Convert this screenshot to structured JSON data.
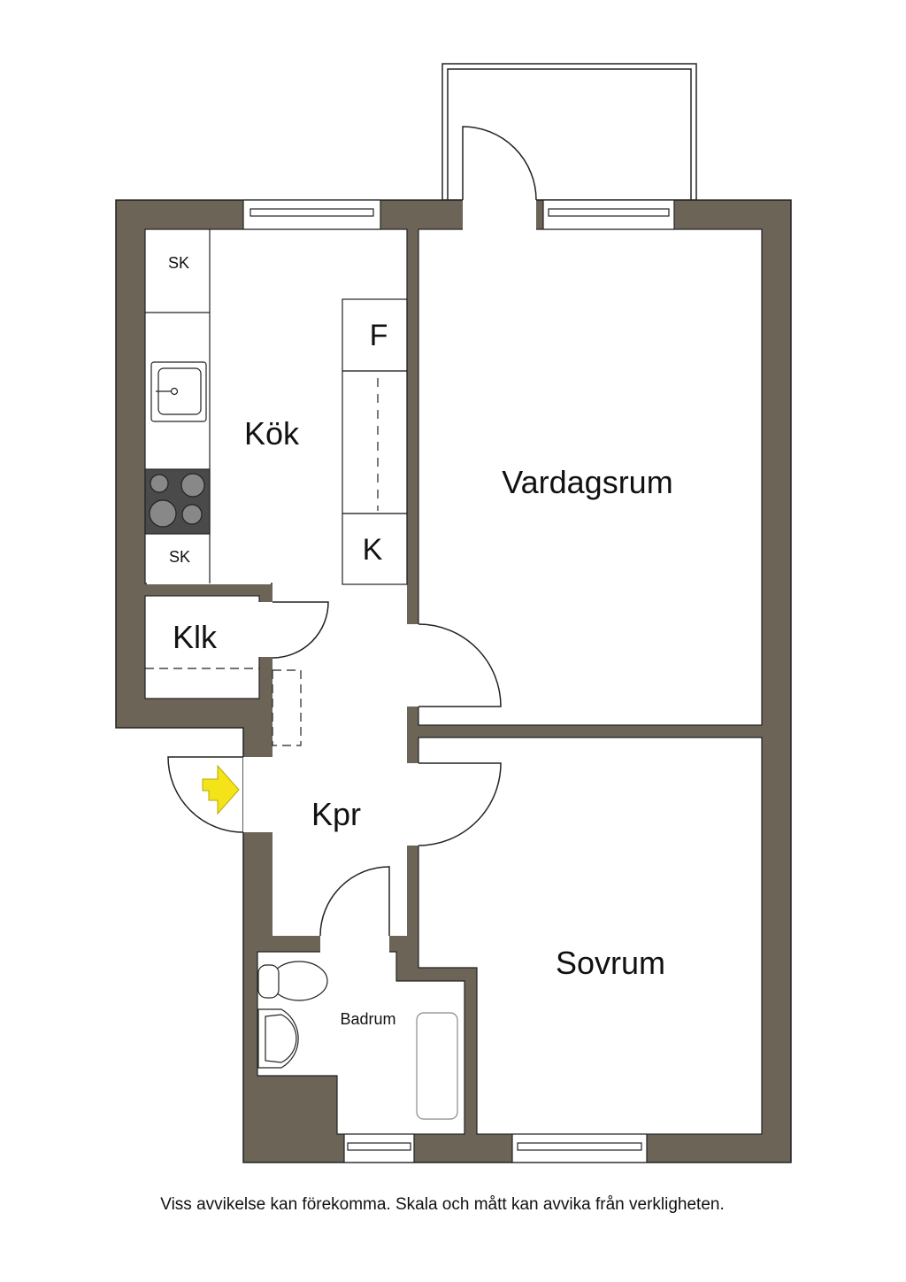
{
  "rooms": {
    "kitchen": "Kök",
    "living_room": "Vardagsrum",
    "bedroom": "Sovrum",
    "hall": "Kpr",
    "closet": "Klk",
    "bathroom": "Badrum"
  },
  "fixtures": {
    "cabinet_top": "SK",
    "cabinet_bottom": "SK",
    "fridge": "F",
    "freezer": "K"
  },
  "disclaimer": "Viss avvikelse kan förekomma. Skala och mått kan avvika från verkligheten.",
  "colors": {
    "wall": "#6b6457",
    "entry_arrow": "#f5e31a",
    "stove": "#4a4a4a"
  }
}
